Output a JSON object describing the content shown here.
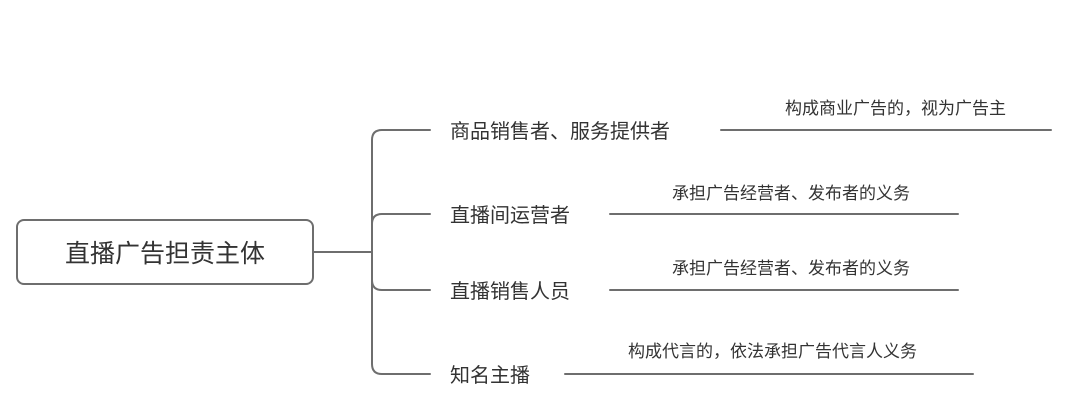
{
  "diagram": {
    "root": {
      "label": "直播广告担责主体"
    },
    "branches": [
      {
        "label": "商品销售者、服务提供者",
        "leaf": "构成商业广告的，视为广告主"
      },
      {
        "label": "直播间运营者",
        "leaf": "承担广告经营者、发布者的义务"
      },
      {
        "label": "直播销售人员",
        "leaf": "承担广告经营者、发布者的义务"
      },
      {
        "label": "知名主播",
        "leaf": "构成代言的，依法承担广告代言人义务"
      }
    ],
    "colors": {
      "line": "#6e6e6e",
      "text": "#333333",
      "background": "#ffffff"
    }
  }
}
